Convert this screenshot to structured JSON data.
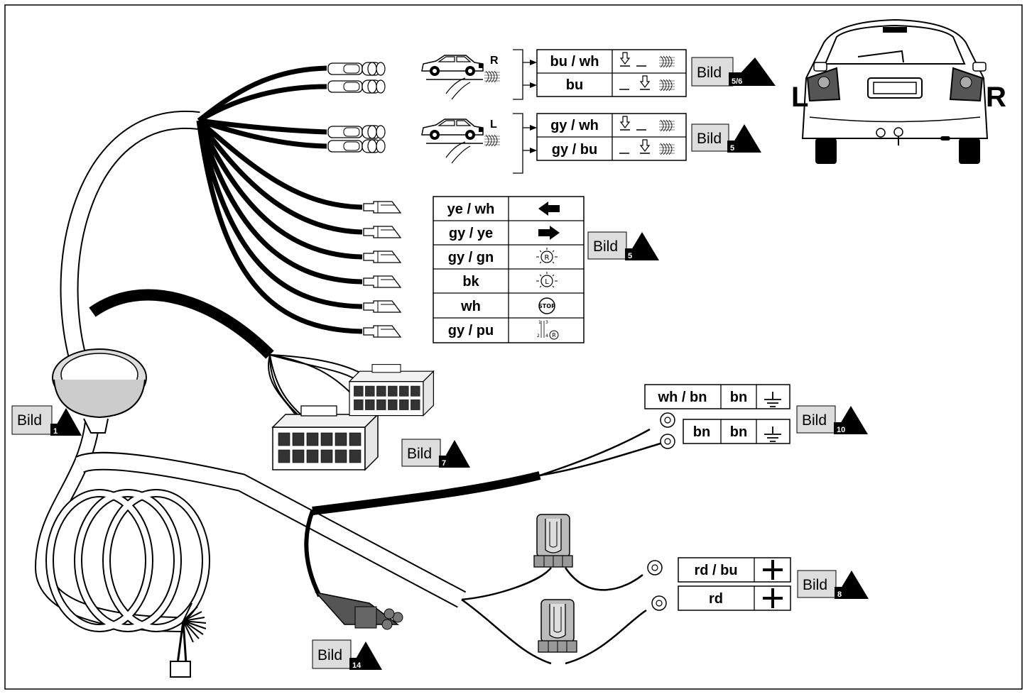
{
  "rear_lights": {
    "right": {
      "side": "R",
      "rows": [
        "bu / wh",
        "bu"
      ],
      "bild": "Bild",
      "ref": "5/6"
    },
    "left": {
      "side": "L",
      "rows": [
        "gy / wh",
        "gy / bu"
      ],
      "bild": "Bild",
      "ref": "5"
    }
  },
  "car": {
    "left_label": "L",
    "right_label": "R"
  },
  "signal_table": {
    "rows": [
      {
        "wire": "ye / wh",
        "icon": "left-arrow-icon"
      },
      {
        "wire": "gy / ye",
        "icon": "right-arrow-icon"
      },
      {
        "wire": "gy / gn",
        "icon": "reverse-light-icon"
      },
      {
        "wire": "bk",
        "icon": "fog-light-icon"
      },
      {
        "wire": "wh",
        "icon": "stop-icon"
      },
      {
        "wire": "gy / pu",
        "icon": "reverse-switch-icon"
      }
    ],
    "bild": "Bild",
    "ref": "5",
    "stop_text": "STOP",
    "reverse_letter": "R",
    "left_letter": "L",
    "switch_nums": [
      "1",
      "3",
      "2",
      "4"
    ]
  },
  "ground_table": {
    "rows": [
      {
        "wire": "wh / bn",
        "wire2": "bn"
      },
      {
        "wire": "bn",
        "wire2": "bn"
      }
    ],
    "bild": "Bild",
    "ref": "10"
  },
  "power_table": {
    "rows": [
      {
        "wire": "rd / bu"
      },
      {
        "wire": "rd"
      }
    ],
    "bild": "Bild",
    "ref": "8"
  },
  "callouts": [
    {
      "bild": "Bild",
      "ref": "1"
    },
    {
      "bild": "Bild",
      "ref": "7"
    },
    {
      "bild": "Bild",
      "ref": "14"
    }
  ]
}
